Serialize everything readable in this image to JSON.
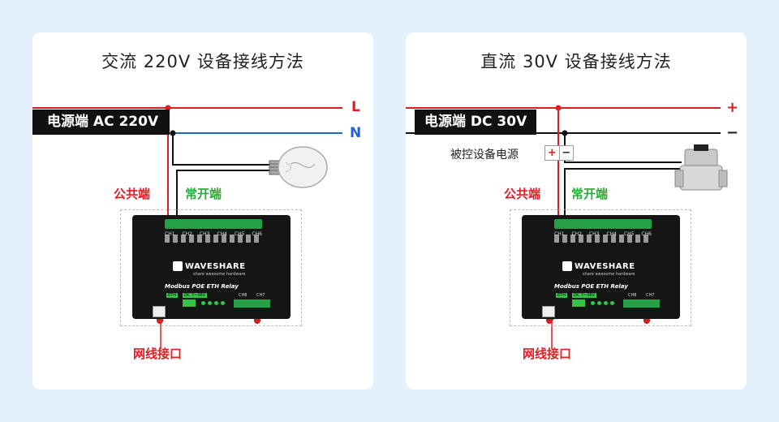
{
  "panels": {
    "ac": {
      "title": "交流 220V 设备接线方法",
      "source_label": "电源端 AC 220V",
      "line_l": "L",
      "line_n": "N",
      "common": "公共端",
      "normally_open": "常开端",
      "ethernet": "网线接口"
    },
    "dc": {
      "title": "直流 30V 设备接线方法",
      "source_label": "电源端 DC 30V",
      "plus": "+",
      "minus": "−",
      "controlled_power": "被控设备电源",
      "psu_plus": "+",
      "psu_minus": "−",
      "common": "公共端",
      "normally_open": "常开端",
      "ethernet": "网线接口"
    }
  },
  "module": {
    "brand": "WAVESHARE",
    "slogan": "share awesome hardware",
    "name": "Modbus POE ETH Relay",
    "eth": "ETH",
    "dc": "DC 7~36V",
    "ch8": "CH8",
    "ch7": "CH7",
    "channels": [
      "CH1",
      "CH2",
      "CH3",
      "CH4",
      "CH5",
      "CH6"
    ]
  },
  "colors": {
    "live": "#e21b23",
    "neutral": "#1e63d9",
    "load": "#2aa838",
    "dark": "#222222"
  }
}
